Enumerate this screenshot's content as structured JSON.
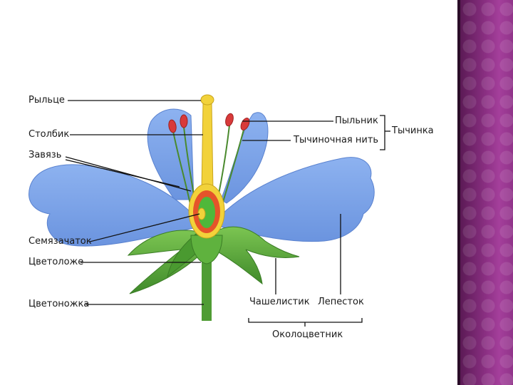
{
  "labels": {
    "stigma": "Рыльце",
    "style": "Столбик",
    "ovary": "Завязь",
    "ovule": "Семязачаток",
    "receptacle": "Цветоложе",
    "pedicel": "Цветоножка",
    "anther": "Пыльник",
    "filament": "Тычиночная нить",
    "stamen": "Тычинка",
    "sepal": "Чашелистик",
    "petal": "Лепесток",
    "perianth": "Околоцветник"
  },
  "colors": {
    "petal": "#7fa6e8",
    "leaf": "#58a83a",
    "pistil": "#f2d23a",
    "ovary_wall": "#e5542a",
    "ovary_inner": "#4fb83a",
    "anther": "#d83a3a",
    "sidebar": "#8a2f82"
  }
}
